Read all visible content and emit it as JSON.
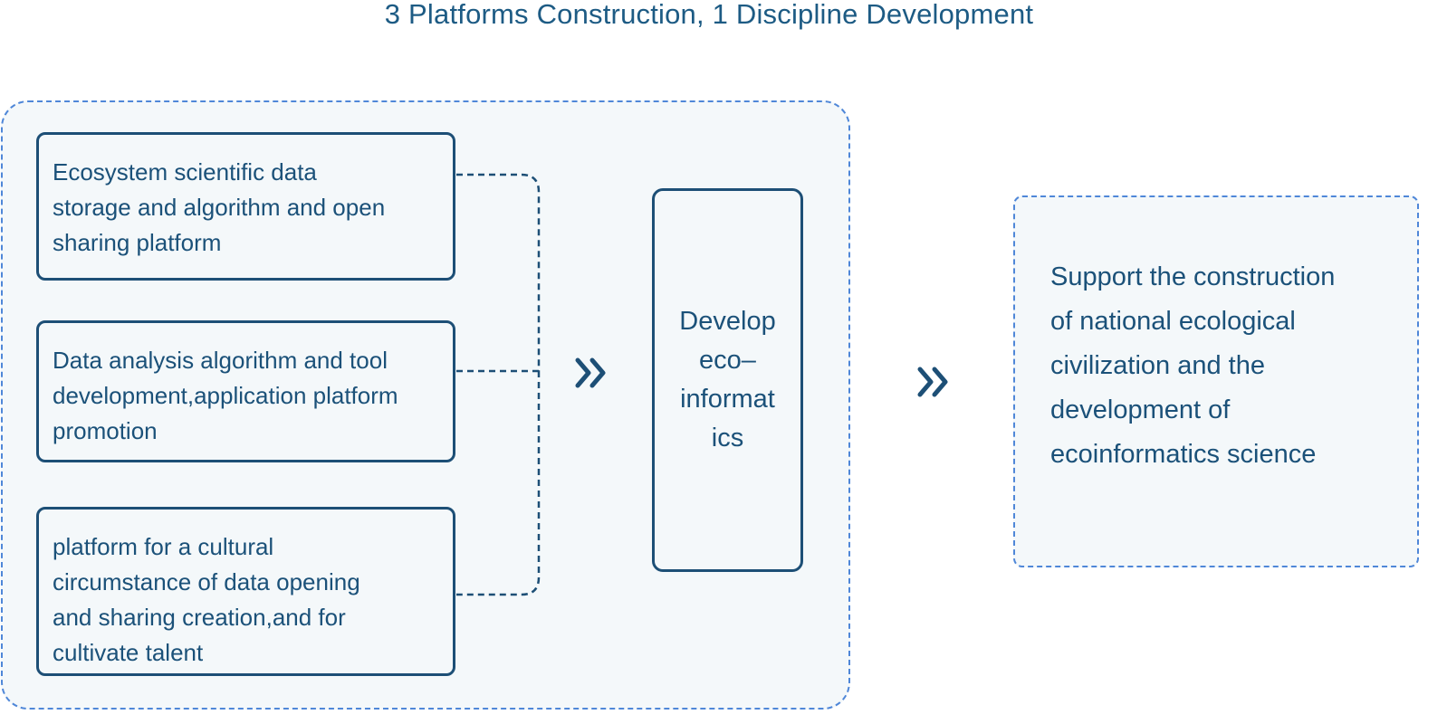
{
  "title": "3 Platforms Construction, 1 Discipline Development",
  "platforms": [
    {
      "lines": [
        "Ecosystem scientific data",
        "storage and algorithm and open",
        "sharing platform"
      ]
    },
    {
      "lines": [
        "Data analysis algorithm and tool",
        "development,application platform",
        "promotion"
      ]
    },
    {
      "lines": [
        "platform for a cultural",
        "circumstance of data opening",
        "and sharing creation,and for",
        "cultivate talent"
      ]
    }
  ],
  "develop": {
    "lines": [
      "Develop",
      "eco–",
      "informat",
      "ics"
    ]
  },
  "goal": {
    "lines": [
      "Support the construction",
      "of national ecological",
      "civilization and the",
      "development of",
      "ecoinformatics science"
    ]
  },
  "icons": {
    "arrow1": "double-chevron-right-icon",
    "arrow2": "double-chevron-right-icon"
  },
  "colors": {
    "text": "#1b5179",
    "box_border": "#1d4f76",
    "dashed_border": "#4f87d8",
    "panel_fill": "#f4f8fa"
  }
}
